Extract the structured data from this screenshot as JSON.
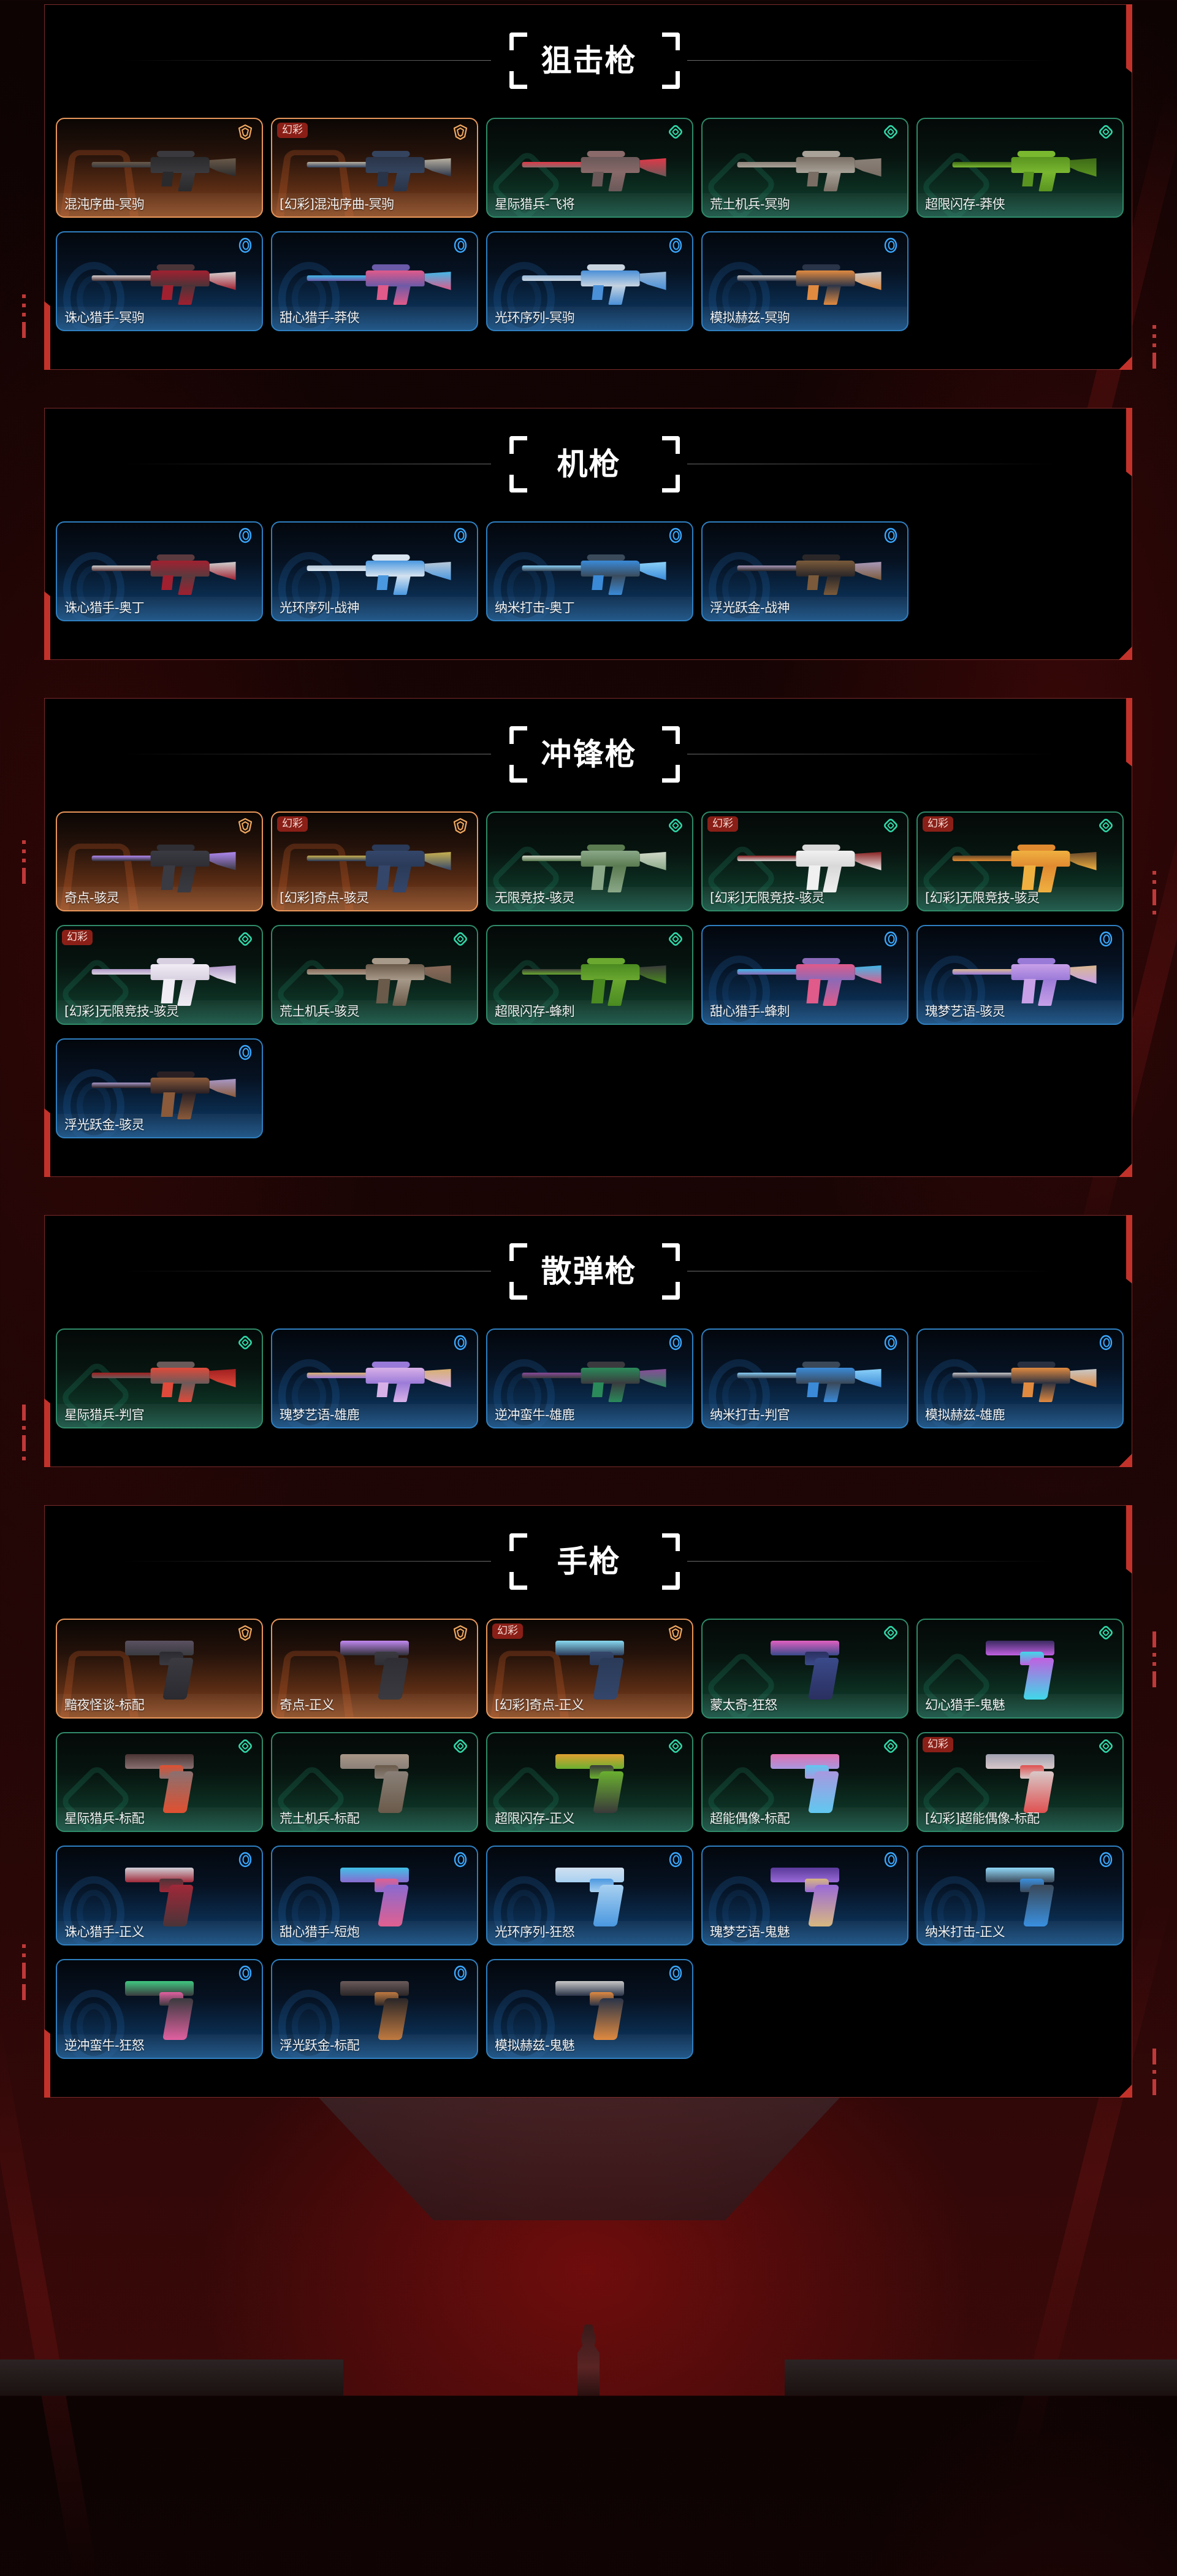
{
  "colors": {
    "panel_border": "#7a2a2a",
    "accent_red": "#c2322a",
    "badge_bg": "#8a1f17",
    "tier_orange": "#f0a860",
    "tier_green": "#2fd8a8",
    "tier_blue": "#3aa8ff"
  },
  "badge_label": "幻彩",
  "tier_icons": {
    "orange": "pentagon-tier-icon",
    "green": "diamond-tier-icon",
    "blue": "ring-tier-icon"
  },
  "sections": [
    {
      "title": "狙击枪",
      "items": [
        {
          "name": "混沌序曲-冥驹",
          "tier": "orange",
          "badge": false,
          "palette": [
            "#3a3a3e",
            "#2a2a2c",
            "#6a5a4a"
          ]
        },
        {
          "name": "[幻彩]混沌序曲-冥驹",
          "tier": "orange",
          "badge": true,
          "palette": [
            "#34445e",
            "#2a3448",
            "#b8b0a0"
          ]
        },
        {
          "name": "星际猎兵-飞将",
          "tier": "green",
          "badge": false,
          "palette": [
            "#8a6a6a",
            "#6a5858",
            "#e03848"
          ]
        },
        {
          "name": "荒土机兵-冥驹",
          "tier": "green",
          "badge": false,
          "palette": [
            "#a8a298",
            "#7a6e64",
            "#8a8078"
          ]
        },
        {
          "name": "超限闪存-莽侠",
          "tier": "green",
          "badge": false,
          "palette": [
            "#7ab830",
            "#5a9420",
            "#3e6a18"
          ]
        },
        {
          "name": "诛心猎手-冥驹",
          "tier": "blue",
          "badge": false,
          "palette": [
            "#4a3438",
            "#a02030",
            "#d8d0d0"
          ]
        },
        {
          "name": "甜心猎手-莽侠",
          "tier": "blue",
          "badge": false,
          "palette": [
            "#6a5aa8",
            "#e05a8a",
            "#40b8e8"
          ]
        },
        {
          "name": "光环序列-冥驹",
          "tier": "blue",
          "badge": false,
          "palette": [
            "#c8d4e0",
            "#4a90d8",
            "#98b8d8"
          ]
        },
        {
          "name": "模拟赫兹-冥驹",
          "tier": "blue",
          "badge": false,
          "palette": [
            "#2a3448",
            "#e08a40",
            "#c8c8c8"
          ]
        }
      ]
    },
    {
      "title": "机枪",
      "items": [
        {
          "name": "诛心猎手-奥丁",
          "tier": "blue",
          "badge": false,
          "palette": [
            "#5a3a3e",
            "#a02030",
            "#d0d0d0"
          ]
        },
        {
          "name": "光环序列-战神",
          "tier": "blue",
          "badge": false,
          "palette": [
            "#d8e4f0",
            "#4a98e0",
            "#b8c8d8"
          ]
        },
        {
          "name": "纳米打击-奥丁",
          "tier": "blue",
          "badge": false,
          "palette": [
            "#3a4a5a",
            "#3a8ad8",
            "#8ad0f8"
          ]
        },
        {
          "name": "浮光跃金-战神",
          "tier": "blue",
          "badge": false,
          "palette": [
            "#2a2628",
            "#7a5a3a",
            "#a898b8"
          ]
        }
      ]
    },
    {
      "title": "冲锋枪",
      "items": [
        {
          "name": "奇点-骇灵",
          "tier": "orange",
          "badge": false,
          "palette": [
            "#2e2e34",
            "#3a3a42",
            "#b088f0"
          ]
        },
        {
          "name": "[幻彩]奇点-骇灵",
          "tier": "orange",
          "badge": true,
          "palette": [
            "#2a3a58",
            "#34466a",
            "#c8b050"
          ]
        },
        {
          "name": "无限竞技-骇灵",
          "tier": "green",
          "badge": false,
          "palette": [
            "#5a7a50",
            "#8aa888",
            "#d0d8c8"
          ]
        },
        {
          "name": "[幻彩]无限竞技-骇灵",
          "tier": "green",
          "badge": true,
          "palette": [
            "#d8d8d8",
            "#f0f0f0",
            "#8a2424"
          ]
        },
        {
          "name": "[幻彩]无限竞技-骇灵",
          "tier": "green",
          "badge": true,
          "palette": [
            "#e08a30",
            "#f0b040",
            "#6a4a2a"
          ]
        },
        {
          "name": "[幻彩]无限竞技-骇灵",
          "tier": "green",
          "badge": true,
          "palette": [
            "#d8d0e0",
            "#f0ecf4",
            "#b098c8"
          ]
        },
        {
          "name": "荒土机兵-骇灵",
          "tier": "green",
          "badge": false,
          "palette": [
            "#a89a8a",
            "#6a5a4a",
            "#8a6a5a"
          ]
        },
        {
          "name": "超限闪存-蜂刺",
          "tier": "green",
          "badge": false,
          "palette": [
            "#6aa830",
            "#4a8a20",
            "#3a3a3a"
          ]
        },
        {
          "name": "甜心猎手-蜂刺",
          "tier": "blue",
          "badge": false,
          "palette": [
            "#8a6ab8",
            "#e05a8a",
            "#40b8e8"
          ]
        },
        {
          "name": "瑰梦艺语-骇灵",
          "tier": "blue",
          "badge": false,
          "palette": [
            "#9a7ad8",
            "#c8a0e8",
            "#d8b890"
          ]
        },
        {
          "name": "浮光跃金-骇灵",
          "tier": "blue",
          "badge": false,
          "palette": [
            "#2a2024",
            "#8a5a3a",
            "#a898c8"
          ]
        }
      ]
    },
    {
      "title": "散弹枪",
      "items": [
        {
          "name": "星际猎兵-判官",
          "tier": "green",
          "badge": false,
          "palette": [
            "#6a5a5a",
            "#e04a3a",
            "#a02020"
          ]
        },
        {
          "name": "瑰梦艺语-雄鹿",
          "tier": "blue",
          "badge": false,
          "palette": [
            "#9a7ad8",
            "#d8b0e8",
            "#d8b070"
          ]
        },
        {
          "name": "逆冲蛮牛-雄鹿",
          "tier": "blue",
          "badge": false,
          "palette": [
            "#3a3a3e",
            "#2a8a5a",
            "#8a4a9a"
          ]
        },
        {
          "name": "纳米打击-判官",
          "tier": "blue",
          "badge": false,
          "palette": [
            "#3a4858",
            "#3a8ad8",
            "#8ad0f8"
          ]
        },
        {
          "name": "模拟赫兹-雄鹿",
          "tier": "blue",
          "badge": false,
          "palette": [
            "#2a3040",
            "#e08a40",
            "#c8c8c8"
          ]
        }
      ]
    },
    {
      "title": "手枪",
      "items": [
        {
          "name": "黯夜怪谈-标配",
          "tier": "orange",
          "badge": false,
          "palette": [
            "#3a3a40",
            "#2a2a30",
            "#5a5060"
          ],
          "kind": "pistol"
        },
        {
          "name": "奇点-正义",
          "tier": "orange",
          "badge": false,
          "palette": [
            "#2e2e34",
            "#3a3a40",
            "#c088f0"
          ],
          "kind": "pistol"
        },
        {
          "name": "[幻彩]奇点-正义",
          "tier": "orange",
          "badge": true,
          "palette": [
            "#2a3a58",
            "#34466a",
            "#88d8f0"
          ],
          "kind": "pistol"
        },
        {
          "name": "蒙太奇-狂怒",
          "tier": "green",
          "badge": false,
          "palette": [
            "#3a4a8a",
            "#2a3060",
            "#e060c0"
          ],
          "kind": "pistol"
        },
        {
          "name": "幻心猎手-鬼魅",
          "tier": "green",
          "badge": false,
          "palette": [
            "#c060e0",
            "#40d8e8",
            "#3a2a60"
          ],
          "kind": "pistol"
        },
        {
          "name": "星际猎兵-标配",
          "tier": "green",
          "badge": false,
          "palette": [
            "#8a7070",
            "#e05030",
            "#4a3434"
          ],
          "kind": "pistol"
        },
        {
          "name": "荒土机兵-标配",
          "tier": "green",
          "badge": false,
          "palette": [
            "#8a8078",
            "#6a5a4a",
            "#a89888"
          ],
          "kind": "pistol"
        },
        {
          "name": "超限闪存-正义",
          "tier": "green",
          "badge": false,
          "palette": [
            "#6ab030",
            "#3a3a3a",
            "#e0a030"
          ],
          "kind": "pistol"
        },
        {
          "name": "超能偶像-标配",
          "tier": "green",
          "badge": false,
          "palette": [
            "#a898e0",
            "#60c8f0",
            "#e070b0"
          ],
          "kind": "pistol"
        },
        {
          "name": "[幻彩]超能偶像-标配",
          "tier": "green",
          "badge": true,
          "palette": [
            "#d8c8c8",
            "#e05050",
            "#a0a0b0"
          ],
          "kind": "pistol"
        },
        {
          "name": "诛心猎手-正义",
          "tier": "blue",
          "badge": false,
          "palette": [
            "#a02838",
            "#4a3438",
            "#d0d0d8"
          ],
          "kind": "pistol"
        },
        {
          "name": "甜心猎手-短炮",
          "tier": "blue",
          "badge": false,
          "palette": [
            "#8a6ad0",
            "#e06090",
            "#40c0e8"
          ],
          "kind": "pistol"
        },
        {
          "name": "光环序列-狂怒",
          "tier": "blue",
          "badge": false,
          "palette": [
            "#a8d0f0",
            "#4a98e0",
            "#d0e0f0"
          ],
          "kind": "pistol"
        },
        {
          "name": "瑰梦艺语-鬼魅",
          "tier": "blue",
          "badge": false,
          "palette": [
            "#9a6ad8",
            "#d8b880",
            "#5a3a9a"
          ],
          "kind": "pistol"
        },
        {
          "name": "纳米打击-正义",
          "tier": "blue",
          "badge": false,
          "palette": [
            "#3a4858",
            "#3a90e0",
            "#90d8f8"
          ],
          "kind": "pistol"
        },
        {
          "name": "逆冲蛮牛-狂怒",
          "tier": "blue",
          "badge": false,
          "palette": [
            "#3a3a3e",
            "#e060a0",
            "#40c880"
          ],
          "kind": "pistol"
        },
        {
          "name": "浮光跃金-标配",
          "tier": "blue",
          "badge": false,
          "palette": [
            "#2a2628",
            "#c07a40",
            "#6a5a5a"
          ],
          "kind": "pistol"
        },
        {
          "name": "模拟赫兹-鬼魅",
          "tier": "blue",
          "badge": false,
          "palette": [
            "#2a3448",
            "#e08a40",
            "#c8c8c8"
          ],
          "kind": "pistol"
        }
      ]
    }
  ]
}
